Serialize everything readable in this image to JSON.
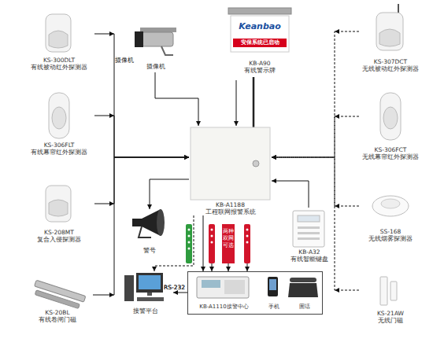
{
  "diagram": {
    "nodes": [
      {
        "text": [
          "KS-300DLT 有线被动红外探测器"
        ]
      },
      {
        "text": [
          "KS-306FLT 有线幕帘红外探测器"
        ]
      },
      {
        "text": [
          "KS-208MT 复合入侵探测器"
        ]
      },
      {
        "text": [
          "KS-20BL 有线卷闸门磁"
        ]
      },
      {
        "text": [
          "摄像机"
        ]
      },
      {
        "text": [
          "Keanbao",
          "安保系统已启动",
          "KB-A90 有线警示牌"
        ]
      },
      {
        "text": [
          "KS-307DCT 无线被动红外探测器"
        ]
      },
      {
        "text": [
          "KS-306FCT 无线幕帘红外探测器"
        ]
      },
      {
        "text": [
          "KB-A1188 工程联网报警系统"
        ]
      },
      {
        "text": [
          "SS-168 无线烟雾探测器"
        ]
      },
      {
        "text": [
          "警号"
        ]
      },
      {
        "text": [
          "KB-A32 有线智能键盘"
        ]
      },
      {
        "text": [
          "两种双网可选"
        ]
      },
      {
        "text": [
          "接警平台"
        ]
      },
      {
        "text": []
      },
      {
        "text": [
          "KB-A1110接警中心"
        ],
        "in": 14
      },
      {
        "text": [
          "手机"
        ],
        "in": 14
      },
      {
        "text": [
          "固话"
        ],
        "in": 14
      },
      {
        "text": [
          "KS-21AW 无线门磁"
        ]
      }
    ],
    "edges": [
      {
        "from": 0,
        "to": 8,
        "arrow": "to"
      },
      {
        "from": 1,
        "to": 8,
        "arrow": "to"
      },
      {
        "from": 2,
        "to": 8,
        "arrow": "to"
      },
      {
        "from": 3,
        "to": 8,
        "arrow": "to"
      },
      {
        "from": 4,
        "to": 8,
        "arrow": "to"
      },
      {
        "from": 5,
        "to": 8,
        "arrow": "to"
      },
      {
        "from": 6,
        "to": 8,
        "arrow": "to"
      },
      {
        "from": 7,
        "to": 8,
        "arrow": "to"
      },
      {
        "from": 9,
        "to": 8,
        "arrow": "to"
      },
      {
        "from": 18,
        "to": 8,
        "arrow": "to"
      },
      {
        "from": 11,
        "to": 8,
        "arrow": "to"
      },
      {
        "from": 8,
        "to": 10,
        "arrow": "to"
      },
      {
        "from": 8,
        "to": 14,
        "arrow": "to"
      },
      {
        "from": 12,
        "to": 14,
        "arrow": "to"
      },
      {
        "from": 14,
        "to": 13,
        "label": "RS-232",
        "arrow": "to"
      },
      {
        "from": 8,
        "to": 13,
        "arrow": "to"
      }
    ],
    "labels": [
      "摄像机",
      "RS-232"
    ]
  }
}
